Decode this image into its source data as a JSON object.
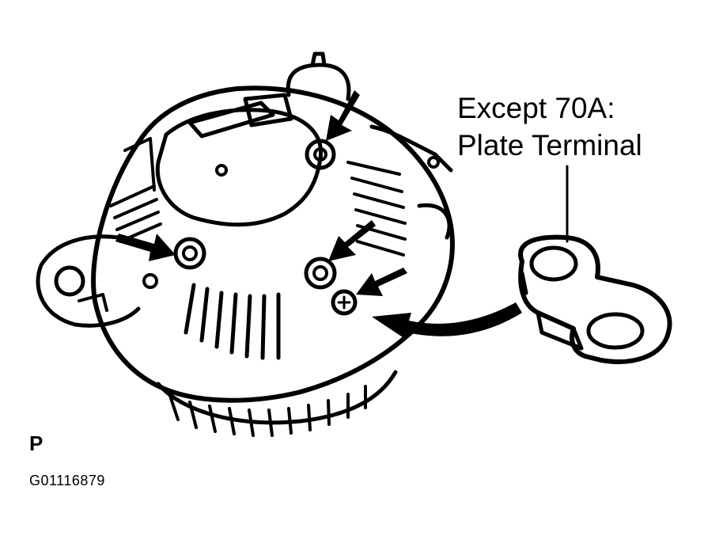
{
  "callout": {
    "line1": "Except 70A:",
    "line2": "Plate Terminal"
  },
  "view_letter": "P",
  "figure_code": "G01116879",
  "colors": {
    "ink": "#000000",
    "paper": "#ffffff"
  }
}
